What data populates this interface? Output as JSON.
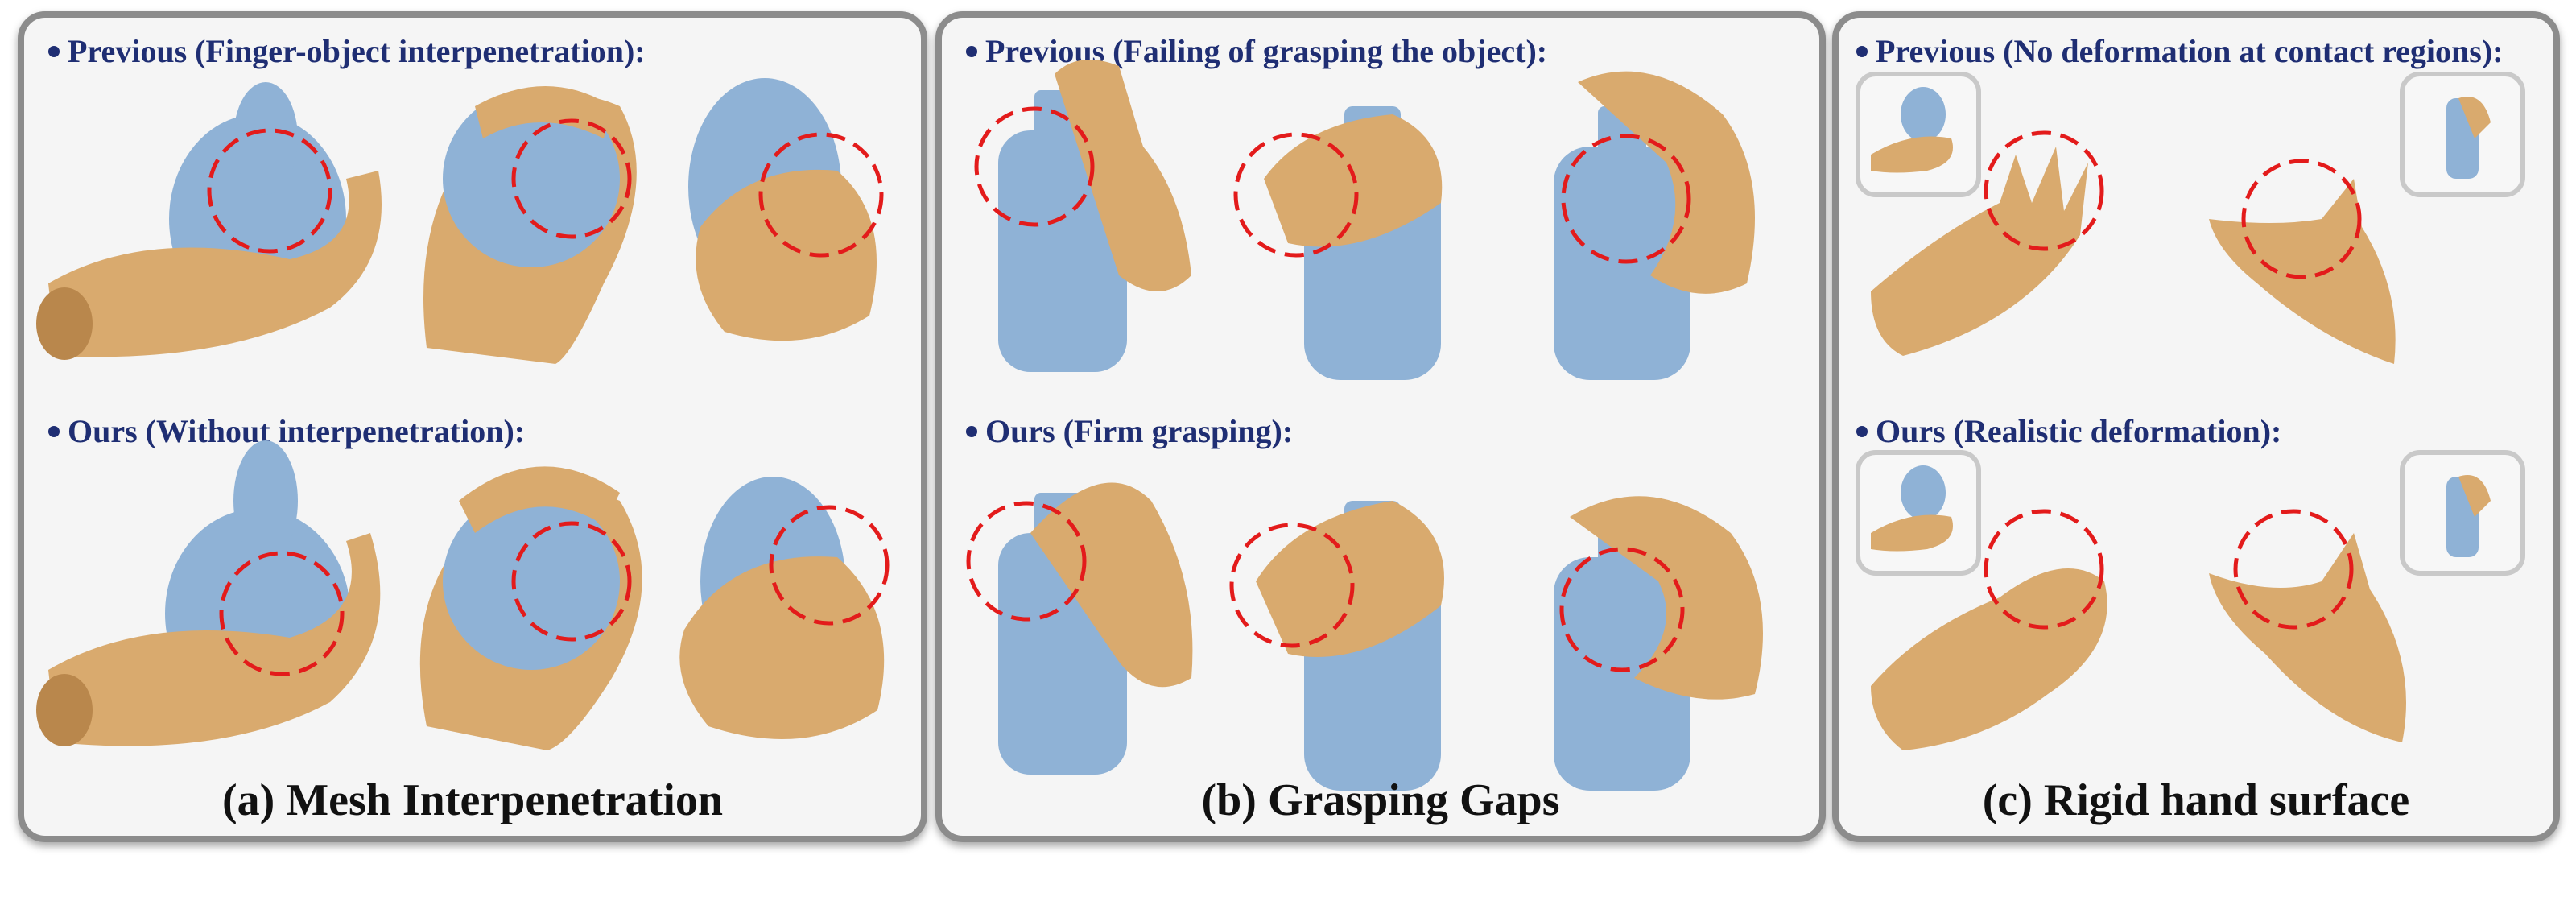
{
  "panels": [
    {
      "caption": "(a) Mesh Interpenetration",
      "top_label": "Previous (Finger-object interpenetration):",
      "bottom_label": "Ours (Without interpenetration):"
    },
    {
      "caption": "(b) Grasping Gaps",
      "top_label": "Previous (Failing of grasping the object):",
      "bottom_label": "Ours (Firm grasping):"
    },
    {
      "caption": "(c) Rigid hand surface",
      "top_label": "Previous (No deformation at contact regions):",
      "bottom_label": "Ours (Realistic deformation):"
    }
  ],
  "colors": {
    "panel_border": "#8c8c8c",
    "panel_fill": "#f5f5f5",
    "label_text": "#1f2e73",
    "caption_text": "#111111",
    "hand": "#d9aa6e",
    "hand_shadow": "#b9874c",
    "object": "#8fb2d6",
    "object_shadow": "#6f93ba",
    "circle": "#e31b1b"
  }
}
